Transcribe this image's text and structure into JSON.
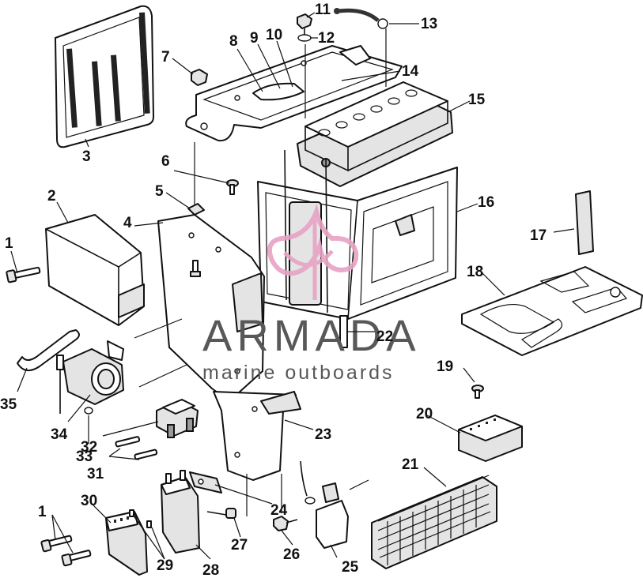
{
  "watermark": {
    "brand": "ARMADA",
    "tagline": "marine outboards",
    "brand_color": "#585858",
    "logo_color": "#e7a3c4"
  },
  "callouts": [
    {
      "id": "c1a",
      "text": "1"
    },
    {
      "id": "c1b",
      "text": "1"
    },
    {
      "id": "c2",
      "text": "2"
    },
    {
      "id": "c3",
      "text": "3"
    },
    {
      "id": "c4",
      "text": "4"
    },
    {
      "id": "c5",
      "text": "5"
    },
    {
      "id": "c6",
      "text": "6"
    },
    {
      "id": "c7",
      "text": "7"
    },
    {
      "id": "c8",
      "text": "8"
    },
    {
      "id": "c9",
      "text": "9"
    },
    {
      "id": "c10",
      "text": "10"
    },
    {
      "id": "c11",
      "text": "11"
    },
    {
      "id": "c12",
      "text": "12"
    },
    {
      "id": "c13",
      "text": "13"
    },
    {
      "id": "c14",
      "text": "14"
    },
    {
      "id": "c15",
      "text": "15"
    },
    {
      "id": "c16",
      "text": "16"
    },
    {
      "id": "c17",
      "text": "17"
    },
    {
      "id": "c18",
      "text": "18"
    },
    {
      "id": "c19",
      "text": "19"
    },
    {
      "id": "c20",
      "text": "20"
    },
    {
      "id": "c21",
      "text": "21"
    },
    {
      "id": "c22",
      "text": "22"
    },
    {
      "id": "c23",
      "text": "23"
    },
    {
      "id": "c24",
      "text": "24"
    },
    {
      "id": "c25",
      "text": "25"
    },
    {
      "id": "c26",
      "text": "26"
    },
    {
      "id": "c27",
      "text": "27"
    },
    {
      "id": "c28",
      "text": "28"
    },
    {
      "id": "c29",
      "text": "29"
    },
    {
      "id": "c30",
      "text": "30"
    },
    {
      "id": "c31",
      "text": "31"
    },
    {
      "id": "c32",
      "text": "32"
    },
    {
      "id": "c33",
      "text": "33"
    },
    {
      "id": "c34",
      "text": "34"
    },
    {
      "id": "c35",
      "text": "35"
    }
  ]
}
